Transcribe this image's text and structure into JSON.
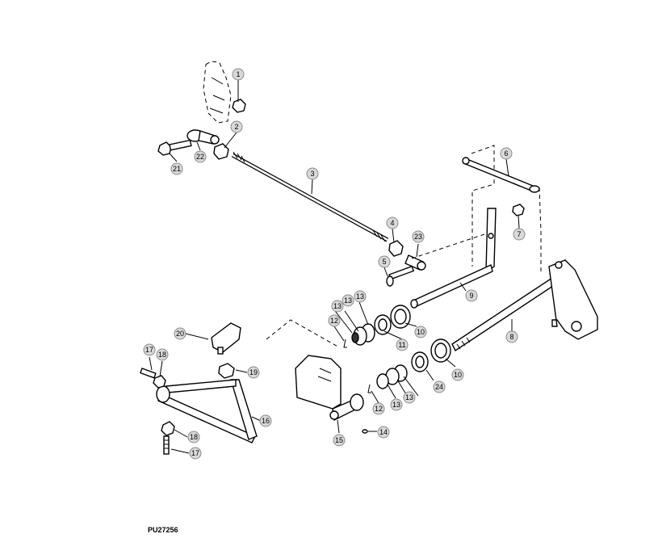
{
  "figure_id": "PU27256",
  "callouts": [
    "1",
    "2",
    "3",
    "4",
    "5",
    "6",
    "7",
    "8",
    "9",
    "10",
    "10",
    "11",
    "12",
    "12",
    "13",
    "13",
    "13",
    "13",
    "13",
    "14",
    "15",
    "16",
    "17",
    "17",
    "18",
    "18",
    "19",
    "20",
    "21",
    "22",
    "23",
    "24"
  ]
}
